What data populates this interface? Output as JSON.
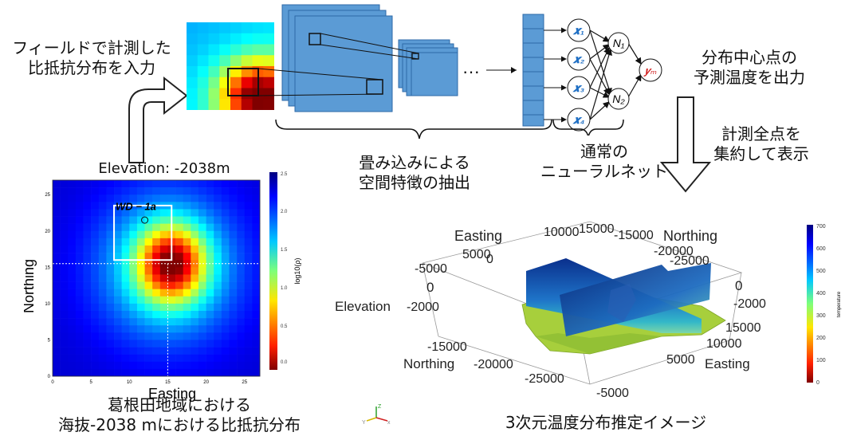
{
  "labels": {
    "input_line1": "フィールドで計測した",
    "input_line2": "比抵抗分布を入力",
    "conv_line1": "畳み込みによる",
    "conv_line2": "空間特徴の抽出",
    "nn_line1": "通常の",
    "nn_line2": "ニューラルネット",
    "output_line1": "分布中心点の",
    "output_line2": "予測温度を出力",
    "aggregate_line1": "計測全点を",
    "aggregate_line2": "集約して表示",
    "caption_left_line1": "葛根田地域における",
    "caption_left_line2": "海抜-2038 mにおける比抵抗分布",
    "caption_right": "3次元温度分布推定イメージ",
    "ellipsis": "···"
  },
  "network": {
    "inputs": [
      "x1",
      "x2",
      "x3",
      "x4"
    ],
    "input_labels": [
      "𝒙₁",
      "𝒙₂",
      "𝒙₃",
      "𝒙₄"
    ],
    "hidden_labels": [
      "N₁",
      "N₂"
    ],
    "output_label": "𝒚ₘ"
  },
  "heatmap_2d": {
    "title": "Elevation: -2038m",
    "xlabel": "Easting",
    "ylabel": "Northing",
    "well_label": "WD − 1a",
    "colorbar_label": "log10(ρ)",
    "colorbar_ticks": [
      "2.5",
      "2.0",
      "1.5",
      "1.0",
      "0.5",
      "0.0"
    ],
    "x_ticks": [
      "0",
      "5",
      "10",
      "15",
      "20",
      "25"
    ],
    "y_ticks": [
      "25",
      "20",
      "15",
      "10",
      "5",
      "0"
    ],
    "colors": {
      "high": "#00008b",
      "low": "#8b0000"
    }
  },
  "plot_3d": {
    "top_labels": {
      "easting": "Easting",
      "northing": "Northing",
      "t15000a": "15000",
      "t10000a": "10000",
      "t5000a": "5000",
      "t0a": "0",
      "tm5000a": "-5000",
      "tm15000a": "-15000",
      "tm20000a": "-20000",
      "tm25000a": "-25000"
    },
    "left_labels": {
      "t0": "0",
      "elevation": "Elevation",
      "tm2000": "-2000"
    },
    "right_labels": {
      "t0": "0",
      "tm2000": "-2000",
      "t15000": "15000",
      "t10000": "10000",
      "t5000": "5000",
      "easting": "Easting",
      "tm5000": "-5000"
    },
    "bottom_labels": {
      "tm15000": "-15000",
      "northing": "Northing",
      "tm20000": "-20000",
      "tm25000": "-25000"
    },
    "colorbar_label": "temperature",
    "colorbar_ticks": [
      "700",
      "600",
      "500",
      "400",
      "300",
      "200",
      "100",
      "0"
    ],
    "axes_widget": {
      "x": "x",
      "y": "Y",
      "z": "Z"
    }
  }
}
